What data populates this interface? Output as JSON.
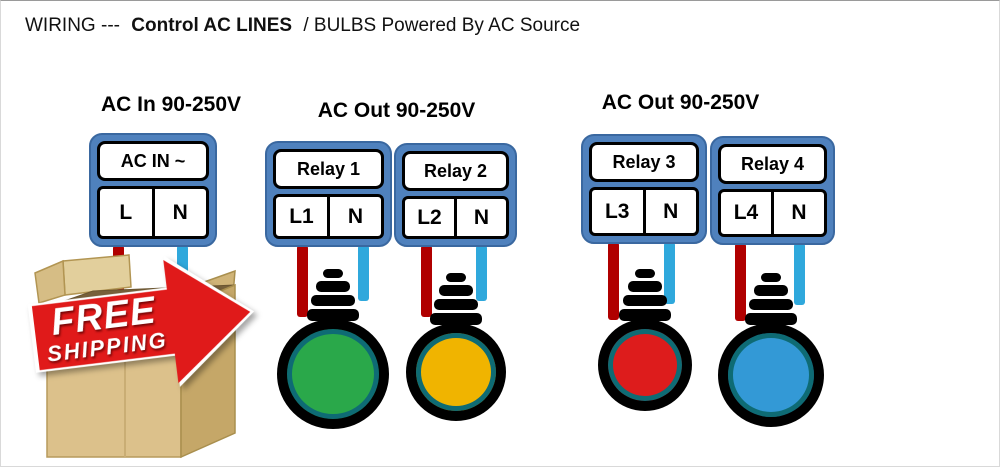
{
  "page": {
    "title": {
      "prefix": "WIRING ---",
      "bold": "Control AC LINES",
      "suffix": "/ BULBS Powered By AC Source"
    }
  },
  "sections": [
    {
      "label": "AC In 90-250V"
    },
    {
      "label": "AC Out 90-250V"
    },
    {
      "label": "AC Out 90-250V"
    }
  ],
  "blocks": [
    {
      "header": "AC IN ~",
      "terminals": [
        "L",
        "N"
      ]
    },
    {
      "header": "Relay 1",
      "terminals": [
        "L1",
        "N"
      ]
    },
    {
      "header": "Relay 2",
      "terminals": [
        "L2",
        "N"
      ]
    },
    {
      "header": "Relay 3",
      "terminals": [
        "L3",
        "N"
      ]
    },
    {
      "header": "Relay 4",
      "terminals": [
        "L4",
        "N"
      ]
    }
  ],
  "bulbs": [
    {
      "name": "bulb-relay-1",
      "color": "#2aa84a"
    },
    {
      "name": "bulb-relay-2",
      "color": "#f0b400"
    },
    {
      "name": "bulb-relay-3",
      "color": "#dd1c1c"
    },
    {
      "name": "bulb-relay-4",
      "color": "#3399d6"
    }
  ],
  "badge": {
    "line1": "FREE",
    "line2": "SHIPPING"
  },
  "colors": {
    "wire_live": "#b00000",
    "wire_neutral": "#2fa8dc",
    "block_fill": "#4f81bd",
    "block_border": "#3a68a0",
    "badge_red": "#e01a1a"
  }
}
